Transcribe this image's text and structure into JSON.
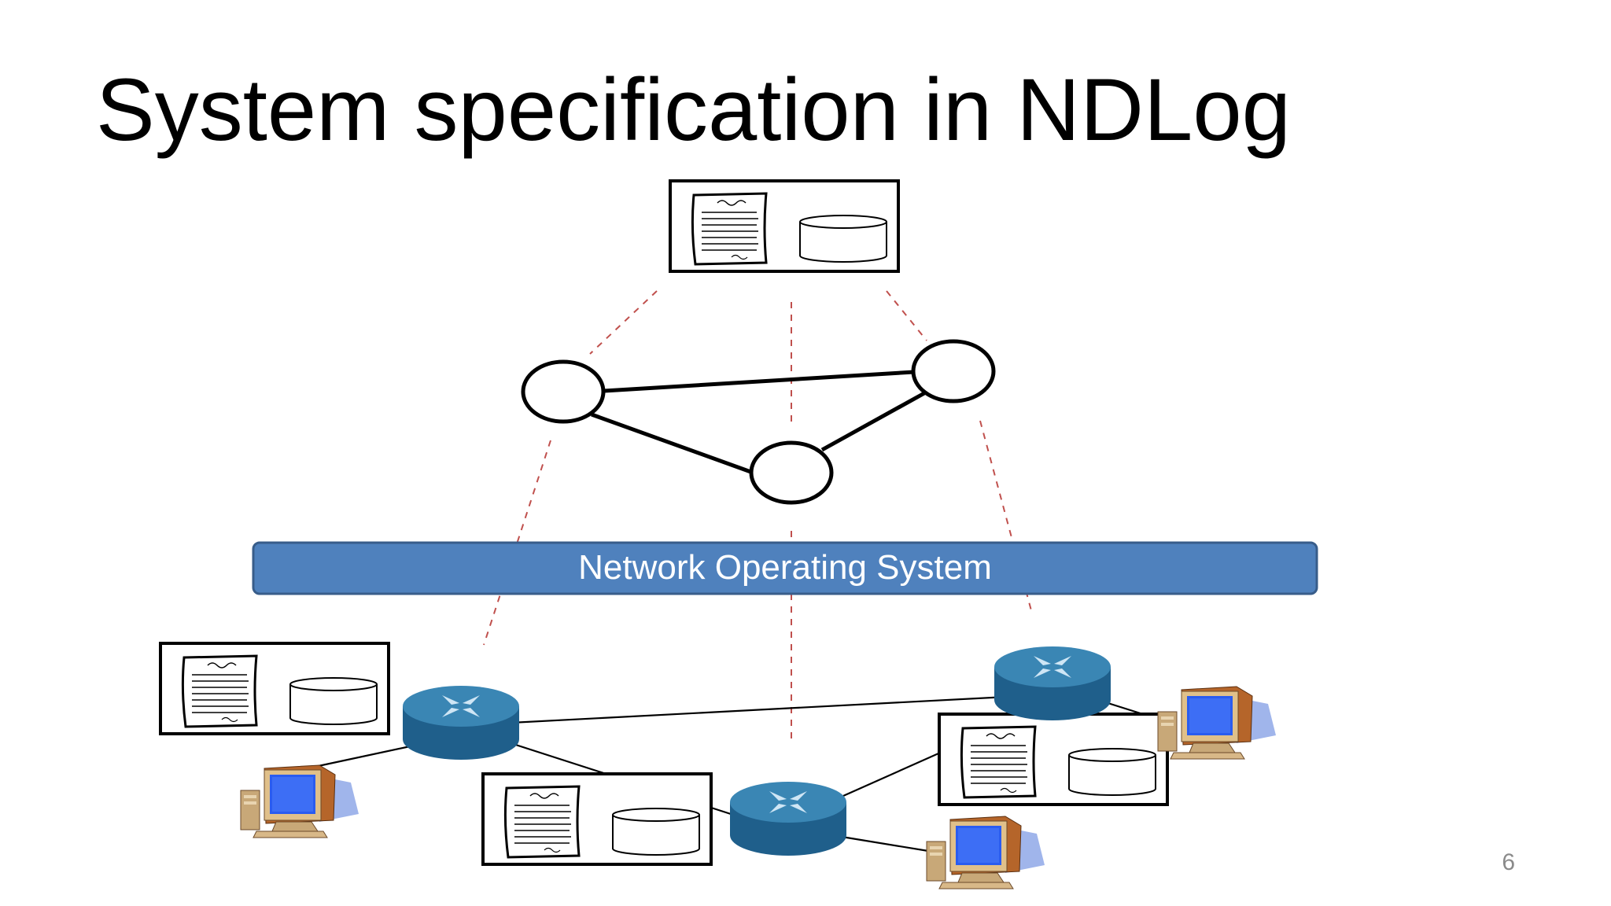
{
  "slide": {
    "title": "System specification in NDLog",
    "page_number": "6"
  },
  "diagram": {
    "nos_bar_label": "Network Operating System",
    "icons": {
      "spec_doc": "document-icon",
      "database": "database-icon",
      "router": "router-icon",
      "computer": "computer-icon",
      "logical_node": "circle-node"
    },
    "colors": {
      "nos_bar_fill": "#4f81bd",
      "nos_bar_stroke": "#385d8a",
      "dashed_line": "#c0504d",
      "router_top": "#3a86b4",
      "router_side": "#1f5f8b",
      "monitor_screen": "#2a5cf0",
      "computer_case": "#c8a878"
    }
  }
}
